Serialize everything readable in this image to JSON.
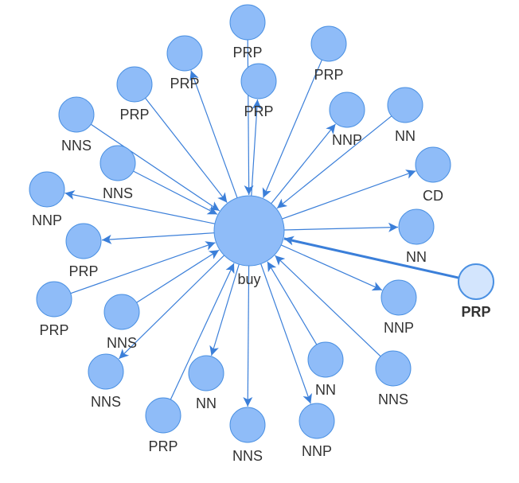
{
  "colors": {
    "node_fill": "#8fbcf8",
    "node_stroke": "#4a90e2",
    "edge": "#3b7fd9",
    "highlight_fill": "#d3e5fd",
    "label": "#333333"
  },
  "center": {
    "id": "n0",
    "label": "buy"
  },
  "nodes": [
    {
      "id": "n1",
      "label": "PRP"
    },
    {
      "id": "n2",
      "label": "PRP"
    },
    {
      "id": "n3",
      "label": "PRP"
    },
    {
      "id": "n4",
      "label": "PRP"
    },
    {
      "id": "n5",
      "label": "PRP"
    },
    {
      "id": "n6",
      "label": "NNS"
    },
    {
      "id": "n7",
      "label": "NNS"
    },
    {
      "id": "n8",
      "label": "NNP"
    },
    {
      "id": "n9",
      "label": "PRP"
    },
    {
      "id": "n10",
      "label": "PRP"
    },
    {
      "id": "n11",
      "label": "NNS"
    },
    {
      "id": "n12",
      "label": "NNS"
    },
    {
      "id": "n13",
      "label": "PRP"
    },
    {
      "id": "n14",
      "label": "NN"
    },
    {
      "id": "n15",
      "label": "NNS"
    },
    {
      "id": "n16",
      "label": "NNP"
    },
    {
      "id": "n17",
      "label": "NN"
    },
    {
      "id": "n18",
      "label": "NNS"
    },
    {
      "id": "n19",
      "label": "NNP"
    },
    {
      "id": "n20",
      "label": "PRP",
      "highlighted": true
    },
    {
      "id": "n21",
      "label": "NN"
    },
    {
      "id": "n22",
      "label": "CD"
    },
    {
      "id": "n23",
      "label": "NN"
    },
    {
      "id": "n24",
      "label": "NNP"
    }
  ],
  "edges": [
    {
      "from": "n1",
      "to": "n0"
    },
    {
      "from": "n0",
      "to": "n2"
    },
    {
      "from": "n0",
      "to": "n3"
    },
    {
      "from": "n4",
      "to": "n0"
    },
    {
      "from": "n5",
      "to": "n0"
    },
    {
      "from": "n6",
      "to": "n0"
    },
    {
      "from": "n7",
      "to": "n0"
    },
    {
      "from": "n0",
      "to": "n8"
    },
    {
      "from": "n0",
      "to": "n9"
    },
    {
      "from": "n10",
      "to": "n0"
    },
    {
      "from": "n11",
      "to": "n0"
    },
    {
      "from": "n0",
      "to": "n12"
    },
    {
      "from": "n13",
      "to": "n0"
    },
    {
      "from": "n0",
      "to": "n14"
    },
    {
      "from": "n0",
      "to": "n15"
    },
    {
      "from": "n0",
      "to": "n16"
    },
    {
      "from": "n17",
      "to": "n0"
    },
    {
      "from": "n18",
      "to": "n0"
    },
    {
      "from": "n0",
      "to": "n19"
    },
    {
      "from": "n20",
      "to": "n0",
      "highlighted": true
    },
    {
      "from": "n0",
      "to": "n21"
    },
    {
      "from": "n0",
      "to": "n22"
    },
    {
      "from": "n23",
      "to": "n0"
    },
    {
      "from": "n0",
      "to": "n24"
    }
  ]
}
